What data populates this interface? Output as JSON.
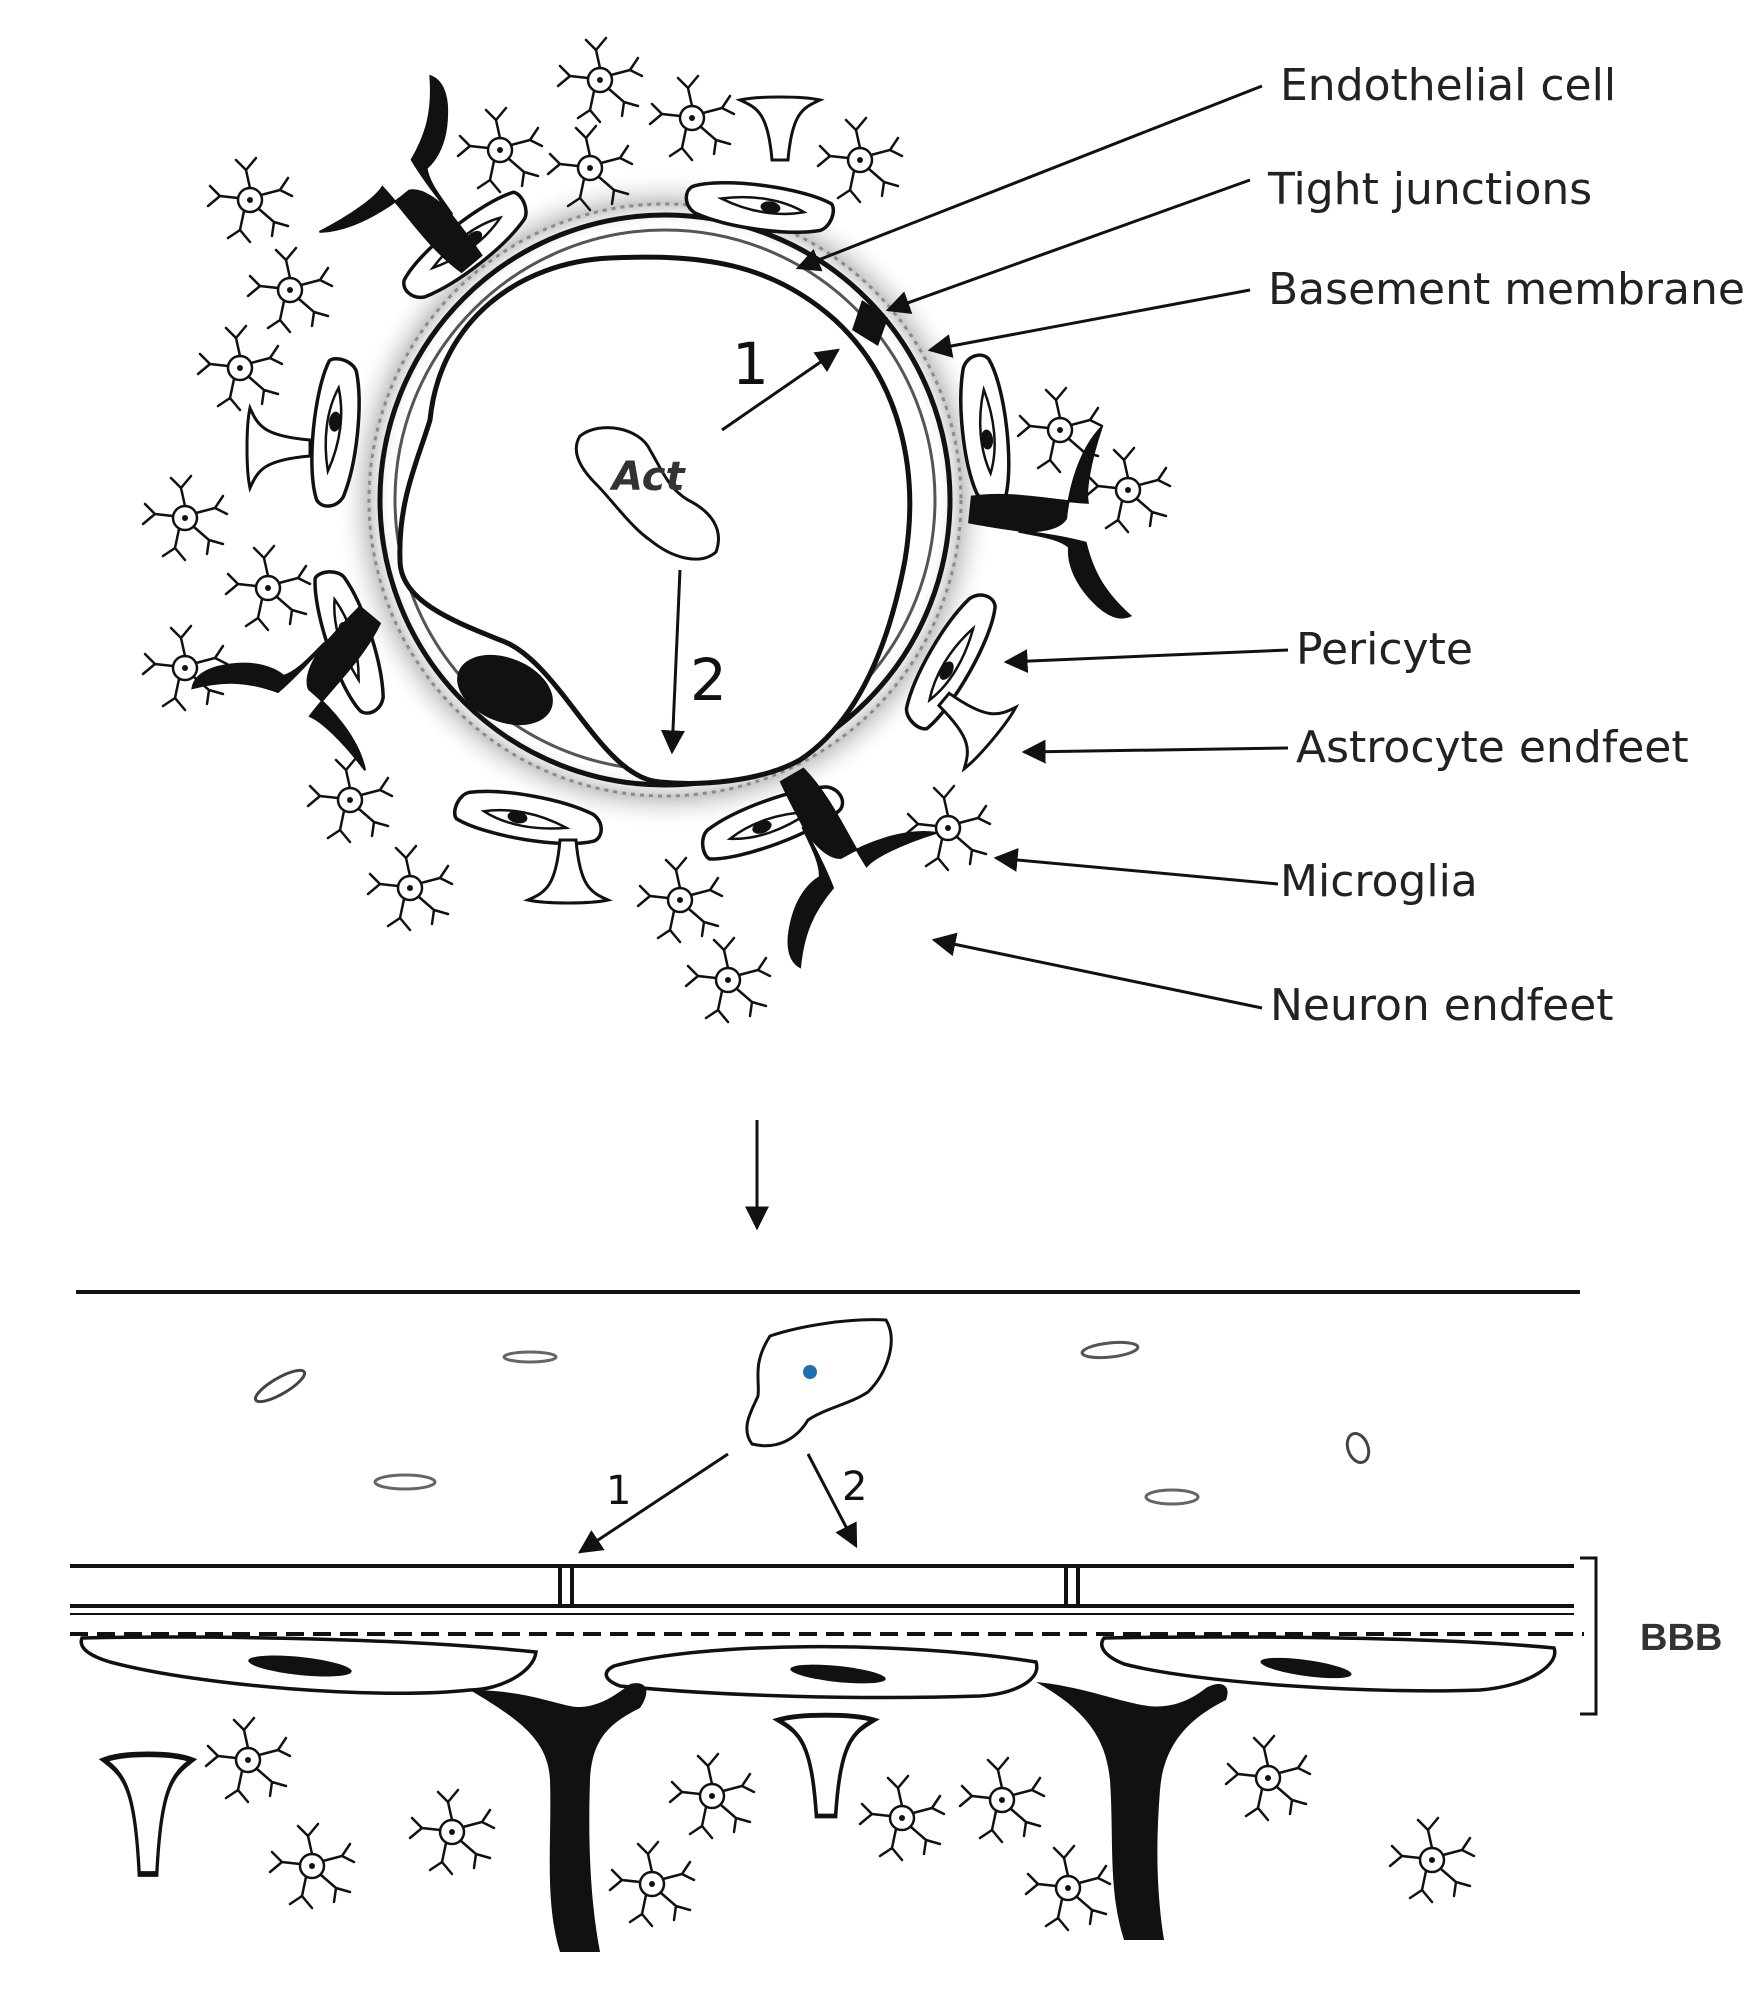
{
  "labels": {
    "endothelial_cell": "Endothelial cell",
    "tight_junctions": "Tight junctions",
    "basement_membrane": "Basement membrane",
    "pericyte": "Pericyte",
    "astrocyte_endfeet": "Astrocyte endfeet",
    "microglia": "Microglia",
    "neuron_endfeet": "Neuron endfeet"
  },
  "cell_label": "Act",
  "route_1": "1",
  "route_2": "2",
  "bbb": "BBB",
  "colors": {
    "ink": "#111111",
    "shadow": "#c8c8c8"
  },
  "icons": [
    "microglia-cell-icon",
    "astrocyte-endfoot-icon",
    "neuron-endfoot-icon",
    "pericyte-icon",
    "activated-cell-icon"
  ]
}
